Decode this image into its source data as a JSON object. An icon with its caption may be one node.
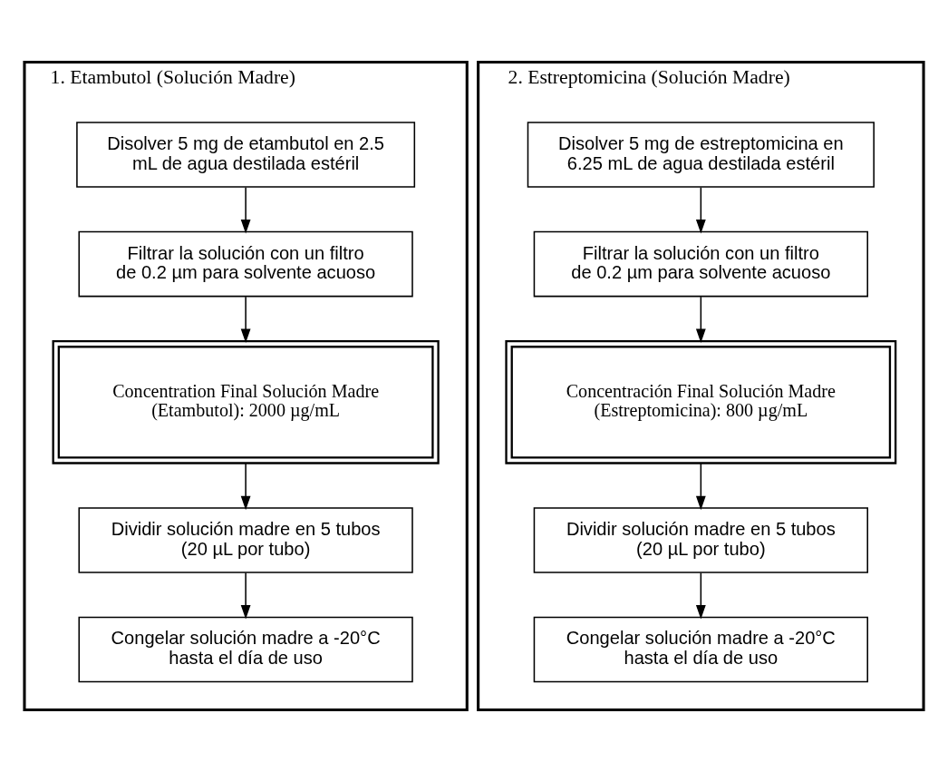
{
  "diagram": {
    "nodes": [
      {
        "text": [
          "1. Etambutol (Solución Madre)"
        ]
      },
      {
        "text": [
          "Disolver 5 mg de etambutol en 2.5 mL de agua destilada estéril"
        ],
        "in": 0
      },
      {
        "text": [
          "Filtrar la solución con un filtro de 0.2 µm para solvente acuoso"
        ],
        "in": 0
      },
      {
        "text": [
          "Concentration Final Solución Madre (Etambutol): 2000 µg/mL"
        ],
        "in": 0
      },
      {
        "text": [
          "Dividir solución madre en 5 tubos (20 µL por tubo)"
        ],
        "in": 0
      },
      {
        "text": [
          "Congelar solución madre a -20°C hasta el día de uso"
        ],
        "in": 0
      },
      {
        "text": [
          "2. Estreptomicina (Solución Madre)"
        ]
      },
      {
        "text": [
          "Disolver 5 mg de estreptomicina en 6.25 mL de agua destilada estéril"
        ],
        "in": 6
      },
      {
        "text": [
          "Filtrar la solución con un filtro de 0.2 µm para solvente acuoso"
        ],
        "in": 6
      },
      {
        "text": [
          "Concentración Final Solución Madre (Estreptomicina): 800 µg/mL"
        ],
        "in": 6
      },
      {
        "text": [
          "Dividir solución madre en 5 tubos (20 µL por tubo)"
        ],
        "in": 6
      },
      {
        "text": [
          "Congelar solución madre a -20°C hasta el día de uso"
        ],
        "in": 6
      }
    ],
    "edges": [
      {
        "from": 1,
        "to": 2,
        "arrow": "to"
      },
      {
        "from": 2,
        "to": 3,
        "arrow": "to"
      },
      {
        "from": 3,
        "to": 4,
        "arrow": "to"
      },
      {
        "from": 4,
        "to": 5,
        "arrow": "to"
      },
      {
        "from": 7,
        "to": 8,
        "arrow": "to"
      },
      {
        "from": 8,
        "to": 9,
        "arrow": "to"
      },
      {
        "from": 9,
        "to": 10,
        "arrow": "to"
      },
      {
        "from": 10,
        "to": 11,
        "arrow": "to"
      }
    ]
  }
}
